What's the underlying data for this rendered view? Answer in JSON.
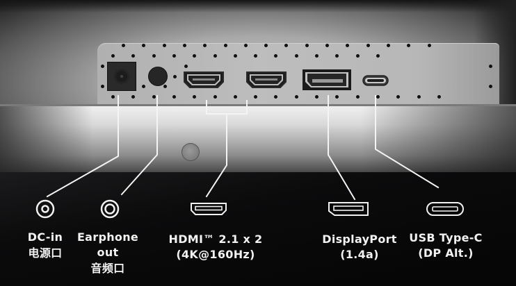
{
  "image": {
    "subject": "monitor-rear-io-ports",
    "background_color": "#0a0a0b",
    "line_color": "#f2f2f2"
  },
  "ports": [
    {
      "id": "dc-in",
      "icon": "dc-power-jack-icon",
      "label_lines": [
        "DC-in",
        "电源口"
      ]
    },
    {
      "id": "earphone-out",
      "icon": "audio-jack-icon",
      "label_lines": [
        "Earphone",
        "out",
        "音频口"
      ]
    },
    {
      "id": "hdmi",
      "icon": "hdmi-icon",
      "label_lines": [
        "HDMI™ 2.1 x 2",
        "(4K@160Hz)"
      ]
    },
    {
      "id": "displayport",
      "icon": "displayport-icon",
      "label_lines": [
        "DisplayPort",
        "(1.4a)"
      ]
    },
    {
      "id": "usb-c",
      "icon": "usb-type-c-icon",
      "label_lines": [
        "USB Type-C",
        "(DP Alt.)"
      ]
    }
  ]
}
